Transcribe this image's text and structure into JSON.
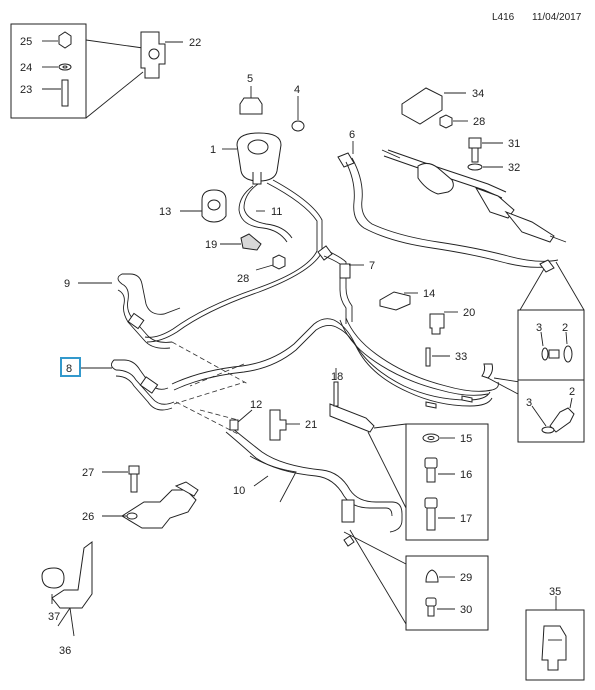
{
  "header": {
    "code": "L416",
    "date": "11/04/2017"
  },
  "callouts": {
    "c1": "1",
    "c2a": "2",
    "c2b": "2",
    "c3a": "3",
    "c3b": "3",
    "c4": "4",
    "c5": "5",
    "c6": "6",
    "c7": "7",
    "c8": "8",
    "c9": "9",
    "c10": "10",
    "c11": "11",
    "c12": "12",
    "c13": "13",
    "c14": "14",
    "c15": "15",
    "c16": "16",
    "c17": "17",
    "c18": "18",
    "c19": "19",
    "c20": "20",
    "c21": "21",
    "c22": "22",
    "c23": "23",
    "c24": "24",
    "c25": "25",
    "c26": "26",
    "c27": "27",
    "c28a": "28",
    "c28b": "28",
    "c29": "29",
    "c30": "30",
    "c31": "31",
    "c32": "32",
    "c33": "33",
    "c34": "34",
    "c35": "35",
    "c36": "36",
    "c37": "37"
  },
  "highlighted_callout": "8",
  "colors": {
    "line": "#222222",
    "highlight": "#3399cc",
    "part_shade": "#d8d8d8"
  }
}
